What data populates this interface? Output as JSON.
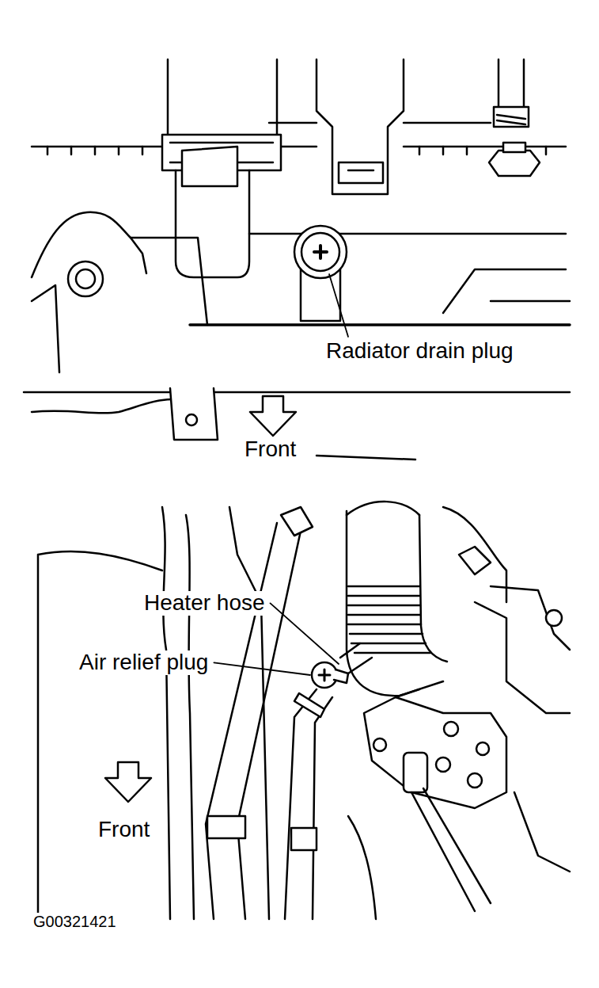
{
  "diagram": {
    "labels": [
      "Radiator drain plug",
      "Front",
      "Heater hose",
      "Air relief plug",
      "Front",
      "G00321421"
    ]
  }
}
